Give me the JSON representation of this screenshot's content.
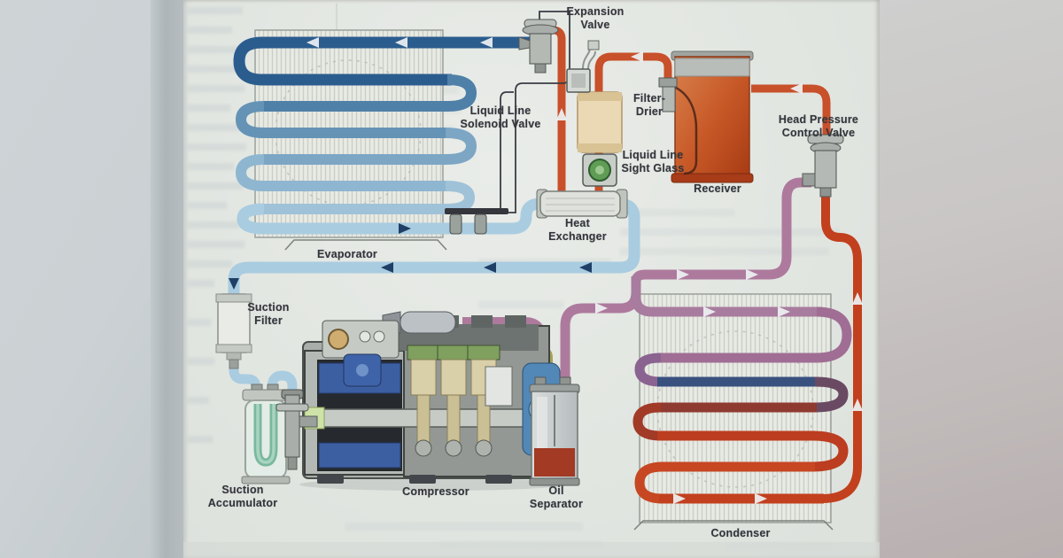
{
  "page": {
    "kind": "scanned-textbook-refrigeration-cycle-diagram",
    "labels": {
      "expansion_valve": "Expansion\nValve",
      "liquid_line_solenoid_valve": "Liquid Line\nSolenoid Valve",
      "filter_drier": "Filter-\nDrier",
      "liquid_line_sight_glass": "Liquid Line\nSight Glass",
      "receiver": "Receiver",
      "head_pressure_control_valve": "Head Pressure\nControl Valve",
      "heat_exchanger": "Heat\nExchanger",
      "evaporator": "Evaporator",
      "suction_filter": "Suction\nFilter",
      "suction_accumulator": "Suction\nAccumulator",
      "compressor": "Compressor",
      "oil_separator": "Oil\nSeparator",
      "condenser": "Condenser"
    },
    "colors": {
      "suction_vapor_line": "#a9cce0",
      "evaporator_inlet_line": "#2b5c8e",
      "discharge_gas_line": "#ad7a9d",
      "liquid_line": "#c8502a",
      "condenser_outlet_line": "#c2401e",
      "oil_return_line": "#a8a058",
      "condenser_subcool_row": "#39517f"
    }
  }
}
